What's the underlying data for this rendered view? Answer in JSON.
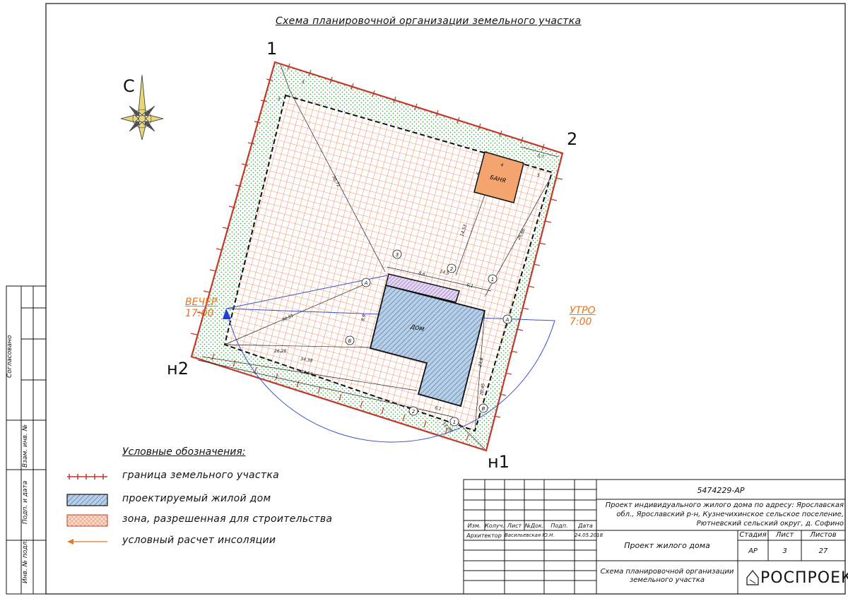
{
  "drawing": {
    "title": "Схема планировочной организации земельного участка",
    "points": {
      "p1": "1",
      "p2": "2",
      "n1": "н1",
      "n2": "н2"
    },
    "north": "С",
    "evening": {
      "label": "ВЕЧЕР",
      "time": "17:00"
    },
    "morning": {
      "label": "УТРО",
      "time": "7:00"
    },
    "buildings": {
      "house": "ДОМ",
      "bath": "БАНЯ"
    },
    "axis_marks": [
      "3",
      "2",
      "1",
      "А",
      "Б",
      "А",
      "2",
      "1",
      "В"
    ],
    "dimensions": [
      "36,72",
      "8,6",
      "14,5",
      "6,1",
      "14,53",
      "8,9",
      "30,51",
      "26,28",
      "34,38",
      "33,64",
      "26,66",
      "23,6",
      "20,45",
      "6,1",
      "12,98",
      "4",
      "6",
      "5,7",
      "5",
      "3",
      "3"
    ]
  },
  "legend": {
    "title": "Условные обозначения:",
    "items": [
      {
        "label": "граница земельного участка",
        "icon": "boundary-line-icon"
      },
      {
        "label": "проектируемый жилой дом",
        "icon": "house-hatch-icon"
      },
      {
        "label": "зона, разрешенная для строительства",
        "icon": "build-zone-hatch-icon"
      },
      {
        "label": "условный расчет инсоляции",
        "icon": "insolation-arrow-icon"
      }
    ]
  },
  "side_stamp": {
    "agreed": "Согласовано",
    "replace_inv": "Взам. инв. №",
    "sign_date": "Подп. и дата",
    "inv_orig": "Инв. № подл."
  },
  "title_block": {
    "code": "5474229-АР",
    "project": "Проект индивидуального жилого дома по адресу: Ярославская обл., Ярославский р-н, Кузнечихинское сельское поселение, Рютневский сельский округ, д. Софино",
    "headers": [
      "Изм.",
      "Колуч.",
      "Лист",
      "№Док.",
      "Подп.",
      "Дата"
    ],
    "role": "Архитектор",
    "person": "Васильевская Ю.Н.",
    "date": "24.05.2018",
    "doc_name": "Проект жилого дома",
    "sheet_name": "Схема планировочной организации земельного участка",
    "stage_label": "Стадия",
    "sheet_label": "Лист",
    "sheets_label": "Листов",
    "stage": "АР",
    "sheet": "3",
    "sheets": "27",
    "company": "РОСПРОЕКТ"
  },
  "colors": {
    "boundary": "#c0392b",
    "grid": "#f2703a",
    "zone_fill": "#f9dccb",
    "greenery": "#4caf50",
    "house": "#4a7bb0",
    "house_fill": "#b9cfe6",
    "bath": "#f4a46e",
    "insolation": "#3a50d0",
    "sun_label": "#e87722"
  }
}
